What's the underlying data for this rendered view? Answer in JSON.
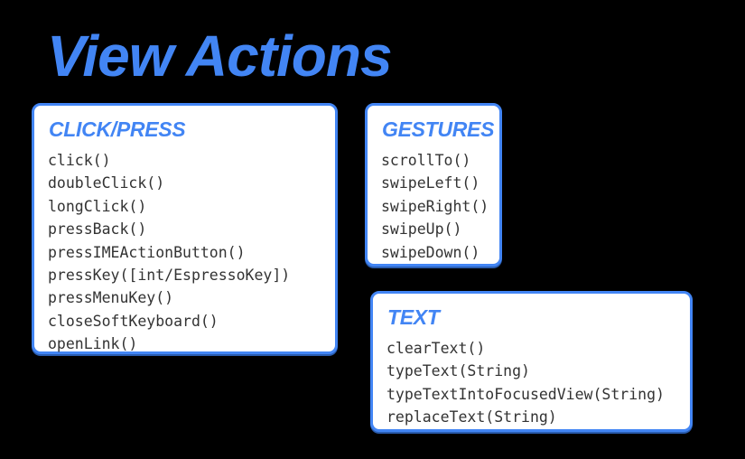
{
  "title": "View Actions",
  "colors": {
    "background": "#000000",
    "accent_blue": "#4285f4",
    "box_background": "#ffffff",
    "code_text": "#333333",
    "border_shadow": "#2a5db0"
  },
  "boxes": [
    {
      "heading": "CLICK/PRESS",
      "items": [
        "click()",
        "doubleClick()",
        "longClick()",
        "pressBack()",
        "pressIMEActionButton()",
        "pressKey([int/EspressoKey])",
        "pressMenuKey()",
        "closeSoftKeyboard()",
        "openLink()"
      ]
    },
    {
      "heading": "GESTURES",
      "items": [
        "scrollTo()",
        "swipeLeft()",
        "swipeRight()",
        "swipeUp()",
        "swipeDown()"
      ]
    },
    {
      "heading": "TEXT",
      "items": [
        "clearText()",
        "typeText(String)",
        "typeTextIntoFocusedView(String)",
        "replaceText(String)"
      ]
    }
  ]
}
